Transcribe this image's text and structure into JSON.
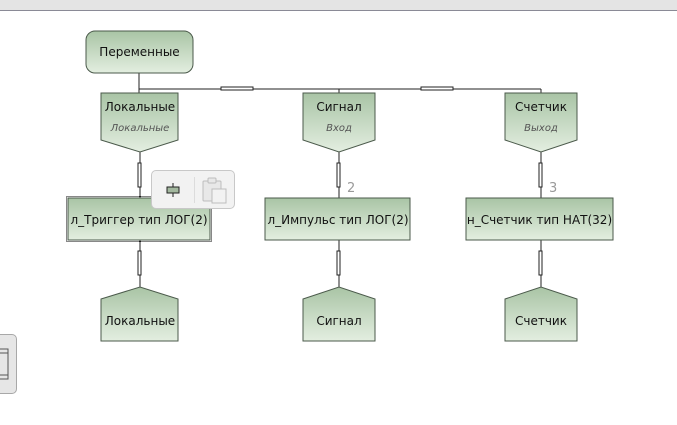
{
  "diagram": {
    "root": {
      "label": "Переменные"
    },
    "columns": [
      {
        "id": "local",
        "header": {
          "title": "Локальные",
          "subtitle": "Локальные"
        },
        "port_number": "",
        "variable": {
          "label": "л_Триггер тип ЛОГ(2)",
          "selected": true
        },
        "footer": {
          "label": "Локальные"
        }
      },
      {
        "id": "signal",
        "header": {
          "title": "Сигнал",
          "subtitle": "Вход"
        },
        "port_number": "2",
        "variable": {
          "label": "л_Импульс тип ЛОГ(2)",
          "selected": false
        },
        "footer": {
          "label": "Сигнал"
        }
      },
      {
        "id": "counter",
        "header": {
          "title": "Счетчик",
          "subtitle": "Выход"
        },
        "port_number": "3",
        "variable": {
          "label": "н_Счетчик тип НАТ(32)",
          "selected": false
        },
        "footer": {
          "label": "Счетчик"
        }
      }
    ]
  },
  "popup": {
    "buttons": [
      {
        "icon": "insert-block-icon",
        "enabled": true
      },
      {
        "icon": "paste-icon",
        "enabled": false
      }
    ]
  },
  "side_panel": {
    "icon": "panel-toggle-icon"
  },
  "colors": {
    "node_fill_top": "#a9c4a5",
    "node_fill_bottom": "#e3eee0",
    "node_stroke": "#4b5a4b",
    "line": "#222222",
    "port_number": "#9a9a9a"
  }
}
